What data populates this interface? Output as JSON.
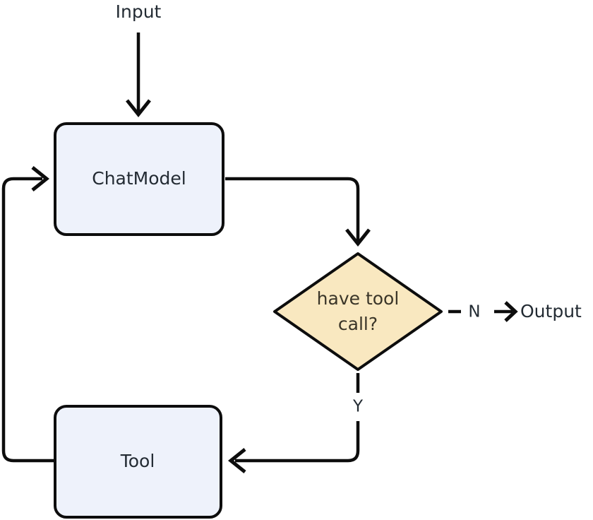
{
  "diagram": {
    "title": "Agent loop flowchart",
    "background_color": "#ffffff",
    "stroke_color": "#0d0d0d",
    "process_fill": "#eef2fb",
    "decision_fill": "#f9e8c0",
    "text_color": "#232b33"
  },
  "nodes": {
    "input": {
      "label": "Input",
      "shape": "text"
    },
    "chatmodel": {
      "label": "ChatModel",
      "shape": "rounded-rect"
    },
    "decision": {
      "label_line1": "have tool",
      "label_line2": "call?",
      "shape": "diamond"
    },
    "tool": {
      "label": "Tool",
      "shape": "rounded-rect"
    },
    "output": {
      "label": "Output",
      "shape": "text"
    }
  },
  "edges": {
    "input_to_chatmodel": {
      "label": ""
    },
    "chatmodel_to_decision": {
      "label": ""
    },
    "decision_to_output": {
      "label": "N"
    },
    "decision_to_tool": {
      "label": "Y"
    },
    "tool_to_chatmodel": {
      "label": ""
    }
  }
}
